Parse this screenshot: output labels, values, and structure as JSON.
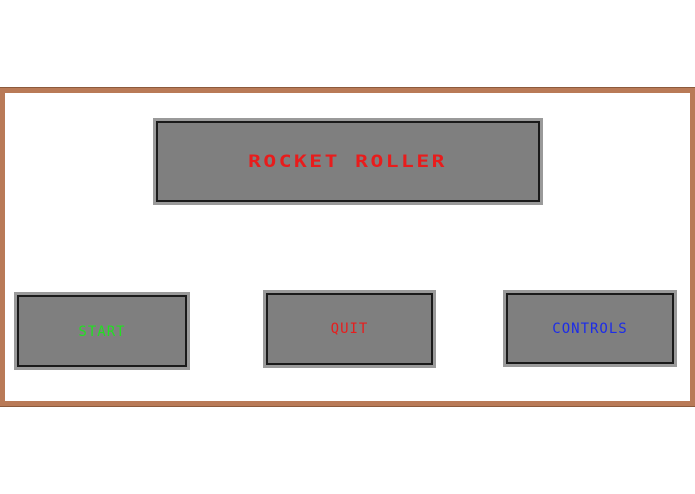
{
  "menu": {
    "title": "ROCKET ROLLER",
    "buttons": {
      "start": "START",
      "quit": "QUIT",
      "controls": "CONTROLS"
    }
  },
  "colors": {
    "frame_border": "#b97a57",
    "panel_fill": "#7f7f7f",
    "title_text": "#e81c1c",
    "start_text": "#22e022",
    "quit_text": "#e81c1c",
    "controls_text": "#1c2ce8"
  }
}
